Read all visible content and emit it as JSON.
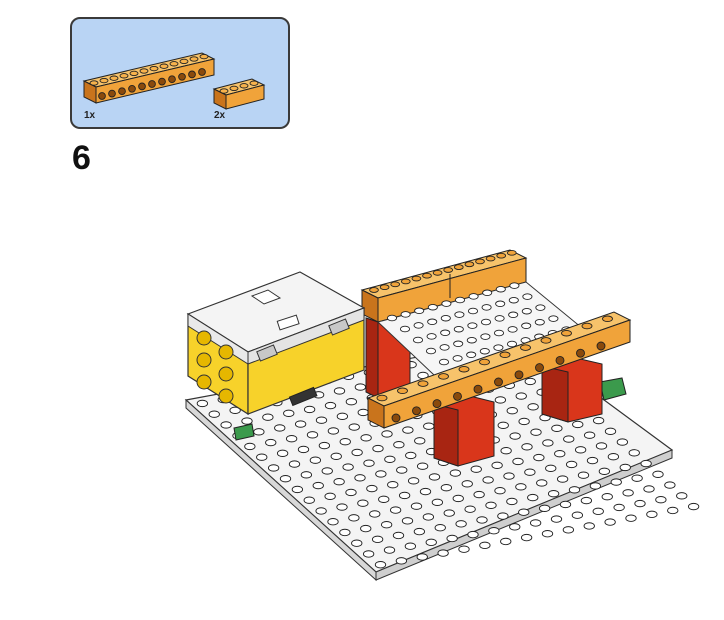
{
  "parts_list": {
    "items": [
      {
        "name": "orange-technic-beam-1x12",
        "quantity": "1x"
      },
      {
        "name": "orange-brick-1x4",
        "quantity": "2x"
      }
    ]
  },
  "step": {
    "number": "6"
  },
  "colors": {
    "panel_bg": "#b9d4f4",
    "orange": "#f0a33a",
    "red": "#d9361b",
    "yellow": "#f7d22a",
    "baseplate": "#f2f2f2",
    "hub_white": "#f4f4f4",
    "green": "#3b9a4c"
  }
}
